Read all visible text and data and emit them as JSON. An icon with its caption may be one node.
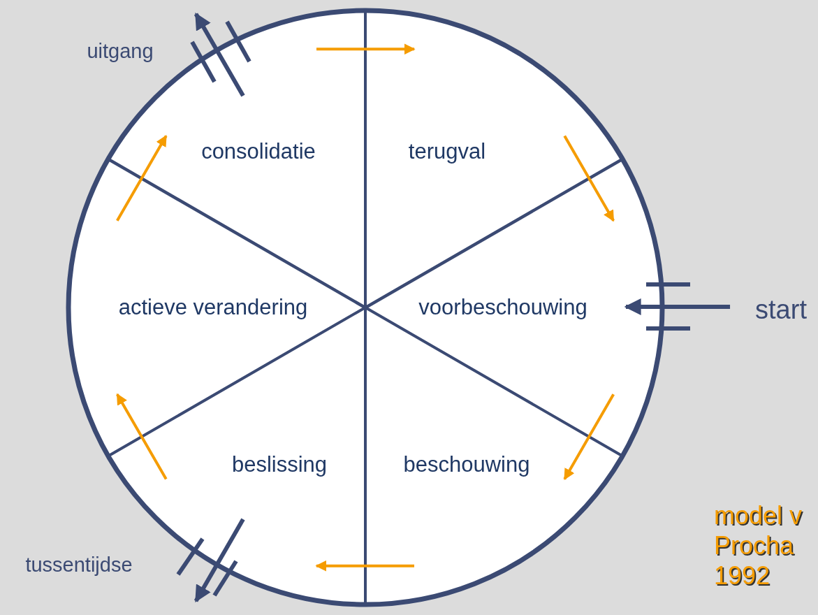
{
  "diagram": {
    "nodes": [
      {
        "text": [
          "consolidatie"
        ]
      },
      {
        "text": [
          "terugval"
        ]
      },
      {
        "text": [
          "actieve verandering"
        ]
      },
      {
        "text": [
          "voorbeschouwing"
        ]
      },
      {
        "text": [
          "start"
        ]
      },
      {
        "text": [
          "beslissing"
        ]
      },
      {
        "text": [
          "beschouwing"
        ]
      }
    ],
    "edges": [
      {
        "from": 0,
        "to": 1,
        "arrow": "to"
      },
      {
        "from": 1,
        "to": 3,
        "arrow": "to"
      },
      {
        "from": 3,
        "to": 6,
        "arrow": "to"
      },
      {
        "from": 6,
        "to": 5,
        "arrow": "to"
      },
      {
        "from": 5,
        "to": 2,
        "arrow": "to"
      },
      {
        "from": 2,
        "to": 0,
        "arrow": "to"
      },
      {
        "from": 4,
        "to": 3,
        "arrow": "to",
        "color": "#3b4a73"
      },
      {
        "from": 0,
        "to": null,
        "arrow": "to",
        "color": "#3b4a73"
      },
      {
        "from": 5,
        "to": null,
        "arrow": "to",
        "color": "#3b4a73"
      }
    ],
    "labels": [
      "uitgang",
      "tussentijdse",
      "model v Procha 1992"
    ]
  }
}
